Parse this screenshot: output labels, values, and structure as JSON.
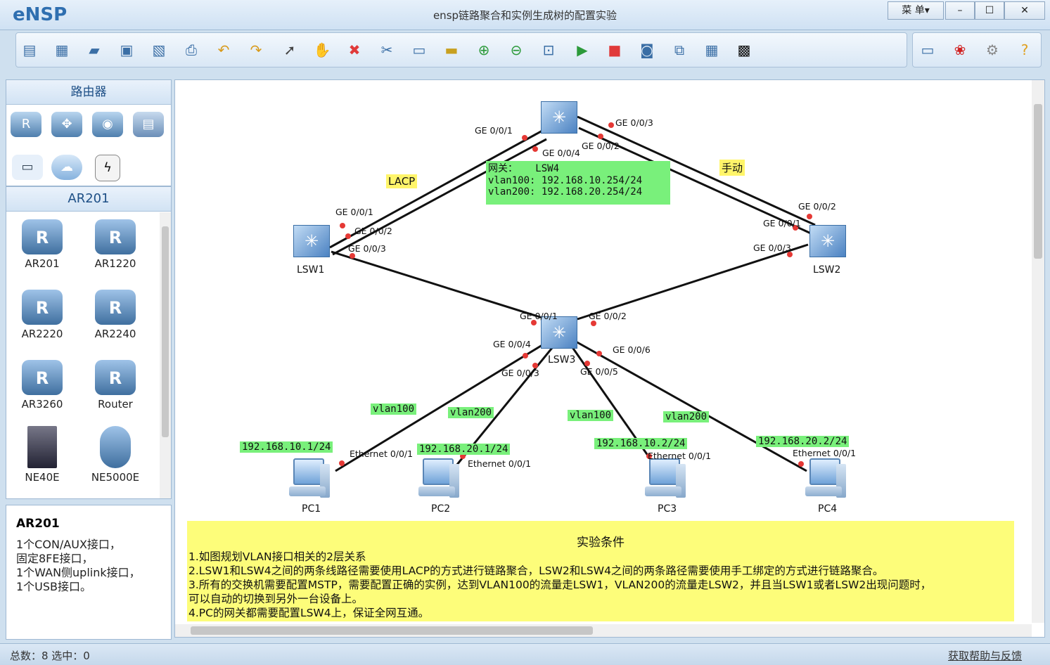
{
  "app": {
    "logo": "eNSP",
    "title": "ensp链路聚合和实例生成树的配置实验"
  },
  "window_controls": {
    "menu": "菜 单▾",
    "minimize": "–",
    "maximize": "☐",
    "close": "✕"
  },
  "toolbar": {
    "icons": [
      "new-topology-icon",
      "new-example-icon",
      "open-icon",
      "save-icon",
      "save-as-icon",
      "print-icon",
      "undo-icon",
      "redo-icon",
      "select-icon",
      "pan-hand-icon",
      "delete-icon",
      "delete-link-icon",
      "text-note-icon",
      "rectangle-icon",
      "zoom-in-icon",
      "zoom-out-icon",
      "fit-icon",
      "start-device-icon",
      "stop-device-icon",
      "capture-icon",
      "topology-icon",
      "grid-icon",
      "cli-icon"
    ],
    "right_icons": [
      "feedback-icon",
      "huawei-icon",
      "settings-icon",
      "help-icon"
    ]
  },
  "left": {
    "category_title": "路由器",
    "subcategory_title": "AR201",
    "devices": [
      {
        "name": "AR201"
      },
      {
        "name": "AR1220"
      },
      {
        "name": "AR2220"
      },
      {
        "name": "AR2240"
      },
      {
        "name": "AR3260"
      },
      {
        "name": "Router"
      },
      {
        "name": "NE40E"
      },
      {
        "name": "NE5000E"
      }
    ],
    "desc_title": "AR201",
    "desc_lines": [
      "1个CON/AUX接口，",
      "固定8FE接口，",
      "1个WAN侧uplink接口，",
      "1个USB接口。"
    ]
  },
  "topology": {
    "devices": {
      "lsw1": "LSW1",
      "lsw2": "LSW2",
      "lsw3": "LSW3",
      "pc1": "PC1",
      "pc2": "PC2",
      "pc3": "PC3",
      "pc4": "PC4"
    },
    "ports": {
      "lsw4_g1": "GE 0/0/1",
      "lsw4_g3": "GE 0/0/3",
      "lsw4_g2": "GE 0/0/2",
      "lsw4_g4": "GE 0/0/4",
      "lsw1_g1": "GE 0/0/1",
      "lsw1_g2": "GE 0/0/2",
      "lsw1_g3": "GE 0/0/3",
      "lsw2_g2": "GE 0/0/2",
      "lsw2_g1": "GE 0/0/1",
      "lsw2_g3": "GE 0/0/3",
      "lsw3_g1": "GE 0/0/1",
      "lsw3_g2": "GE 0/0/2",
      "lsw3_g4": "GE 0/0/4",
      "lsw3_g6": "GE 0/0/6",
      "lsw3_g3": "GE 0/0/3",
      "lsw3_g5": "GE 0/0/5",
      "pc1_e": "Ethernet 0/0/1",
      "pc2_e": "Ethernet 0/0/1",
      "pc3_e": "Ethernet 0/0/1",
      "pc4_e": "Ethernet 0/0/1"
    },
    "labels": {
      "lacp": "LACP",
      "manual": "手动",
      "gw1": "网关：   LSW4",
      "gw2": "vlan100: 192.168.10.254/24",
      "gw3": "vlan200: 192.168.20.254/24",
      "v1": "vlan100",
      "v2": "vlan200",
      "v3": "vlan100",
      "v4": "vlan200",
      "ip1": "192.168.10.1/24",
      "ip2": "192.168.20.1/24",
      "ip3": "192.168.10.2/24",
      "ip4": "192.168.20.2/24"
    },
    "experiment": {
      "title": "实验条件",
      "lines": [
        "1.如图规划VLAN接口相关的2层关系",
        "2.LSW1和LSW4之间的两条线路径需要使用LACP的方式进行链路聚合，LSW2和LSW4之间的两条路径需要使用手工绑定的方式进行链路聚合。",
        "3.所有的交换机需要配置MSTP，需要配置正确的实例，达到VLAN100的流量走LSW1，VLAN200的流量走LSW2，并且当LSW1或者LSW2出现问题时，",
        "可以自动的切换到另外一台设备上。",
        "4.PC的网关都需要配置LSW4上，保证全网互通。"
      ]
    }
  },
  "status": {
    "text": "总数：8  选中：0",
    "right": "获取帮助与反馈"
  },
  "colors": {
    "note_green": "#79f07b",
    "note_yellow": "#fdfd7a",
    "link": "#111111",
    "port_dot": "#e53935"
  }
}
